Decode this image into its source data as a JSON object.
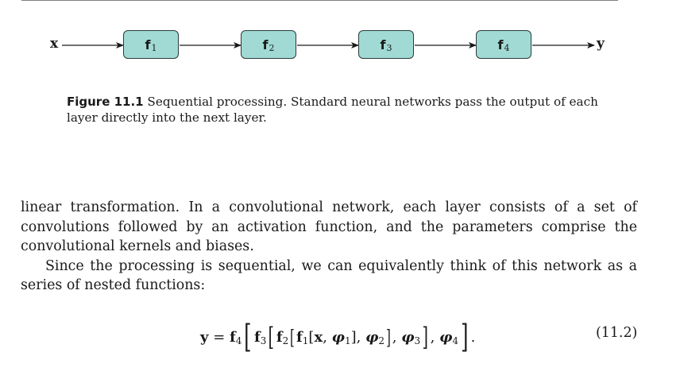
{
  "diagram": {
    "input_label": "x",
    "output_label": "y",
    "nodes": [
      {
        "name": "f",
        "sub": "1"
      },
      {
        "name": "f",
        "sub": "2"
      },
      {
        "name": "f",
        "sub": "3"
      },
      {
        "name": "f",
        "sub": "4"
      }
    ],
    "node_fill": "#a1dad4"
  },
  "caption": {
    "label": "Figure 11.1",
    "text": " Sequential processing. Standard neural networks pass the output of each layer directly into the next layer."
  },
  "body": {
    "paragraph1": "linear transformation. In a convolutional network, each layer consists of a set of convolutions followed by an activation function, and the parameters comprise the convolutional kernels and biases.",
    "paragraph2": "Since the processing is sequential, we can equivalently think of this network as a series of nested functions:"
  },
  "equation": {
    "lhs": "y",
    "equals": " = ",
    "f": "f",
    "x": "x",
    "phi": "φ",
    "subs": [
      "1",
      "2",
      "3",
      "4"
    ],
    "comma": ", ",
    "open": "[",
    "close": "]",
    "end": ".",
    "number": "(11.2)"
  }
}
